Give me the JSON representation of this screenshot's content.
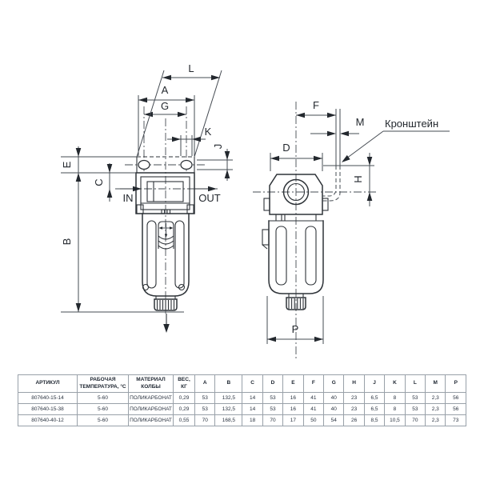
{
  "drawing": {
    "line_color": "#2e3338",
    "dimension_labels": {
      "L": "L",
      "A": "A",
      "G": "G",
      "K": "K",
      "J": "J",
      "E": "E",
      "C": "C",
      "B": "B",
      "F": "F",
      "M": "M",
      "D": "D",
      "H": "H",
      "P": "P"
    },
    "port_labels": {
      "in": "IN",
      "out": "OUT"
    },
    "annotations": {
      "bracket": "Кронштейн"
    }
  },
  "table": {
    "headers": [
      "АРТИКУЛ",
      "РАБОЧАЯ ТЕМПЕРАТУРА, °С",
      "МАТЕРИАЛ КОЛБЫ",
      "ВЕС, КГ",
      "A",
      "B",
      "C",
      "D",
      "E",
      "F",
      "G",
      "H",
      "J",
      "K",
      "L",
      "M",
      "P"
    ],
    "rows": [
      [
        "807640-15-14",
        "5-60",
        "ПОЛИКАРБОНАТ",
        "0,29",
        "53",
        "132,5",
        "14",
        "53",
        "16",
        "41",
        "40",
        "23",
        "6,5",
        "8",
        "53",
        "2,3",
        "56"
      ],
      [
        "807640-15-38",
        "5-60",
        "ПОЛИКАРБОНАТ",
        "0,29",
        "53",
        "132,5",
        "14",
        "53",
        "16",
        "41",
        "40",
        "23",
        "6,5",
        "8",
        "53",
        "2,3",
        "56"
      ],
      [
        "807640-40-12",
        "5-60",
        "ПОЛИКАРБОНАТ",
        "0,55",
        "70",
        "168,5",
        "18",
        "70",
        "17",
        "50",
        "54",
        "26",
        "8,5",
        "10,5",
        "70",
        "2,3",
        "73"
      ]
    ]
  }
}
